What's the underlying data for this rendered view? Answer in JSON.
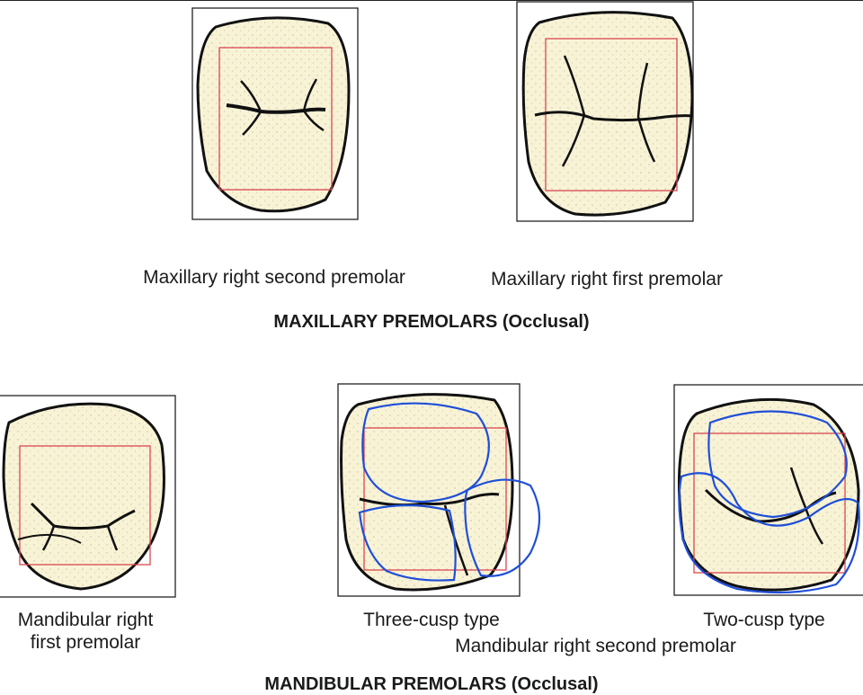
{
  "colors": {
    "tooth_fill": "#f9f3d6",
    "outline": "#111111",
    "frame": "#222222",
    "guide_rect": "#d9474f",
    "annotation": "#1f4fd8"
  },
  "maxillary": {
    "heading": "MAXILLARY PREMOLARS (Occlusal)",
    "second_premolar_label": "Maxillary right second premolar",
    "first_premolar_label": "Maxillary right first premolar"
  },
  "mandibular": {
    "heading": "MANDIBULAR PREMOLARS (Occlusal)",
    "first_premolar_label_line1": "Mandibular right",
    "first_premolar_label_line2": "first premolar",
    "three_cusp_label": "Three-cusp type",
    "two_cusp_label": "Two-cusp type",
    "second_premolar_label": "Mandibular right second premolar"
  }
}
